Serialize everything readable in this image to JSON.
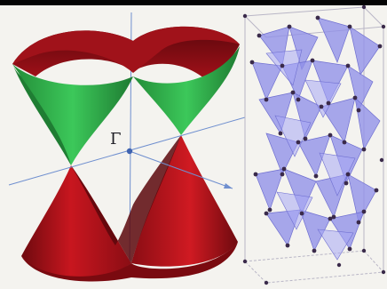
{
  "figure": {
    "point_label": "Γ",
    "colors": {
      "background": "#f4f3ef",
      "cone_red": "#b3121a",
      "cone_dark_red": "#7a0a10",
      "cone_green": "#2fb34a",
      "axis_blue": "#5b7fc0",
      "polyhedra_purple": "#8f8fe8",
      "atom_dark": "#3a2a4a"
    },
    "left_panel": "weyl-cone-band-structure",
    "right_panel": "crystal-structure-polyhedra"
  }
}
